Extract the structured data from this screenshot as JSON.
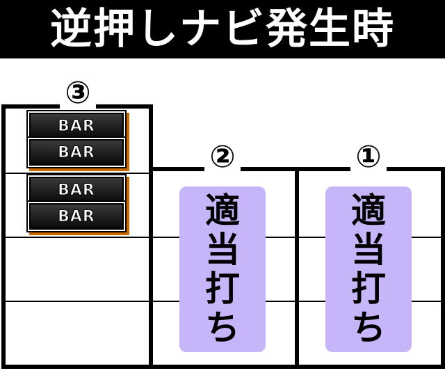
{
  "header": {
    "title": "逆押しナビ発生時"
  },
  "reels": [
    {
      "number": "③",
      "symbols": [
        "BAR",
        "BAR",
        "BAR",
        "BAR"
      ]
    },
    {
      "number": "②",
      "instruction": [
        "適",
        "当",
        "打",
        "ち"
      ]
    },
    {
      "number": "①",
      "instruction": [
        "適",
        "当",
        "打",
        "ち"
      ]
    }
  ],
  "colors": {
    "pill": "#c6b5f8",
    "header": "#000000",
    "bar_shadow": "#c86a00"
  }
}
